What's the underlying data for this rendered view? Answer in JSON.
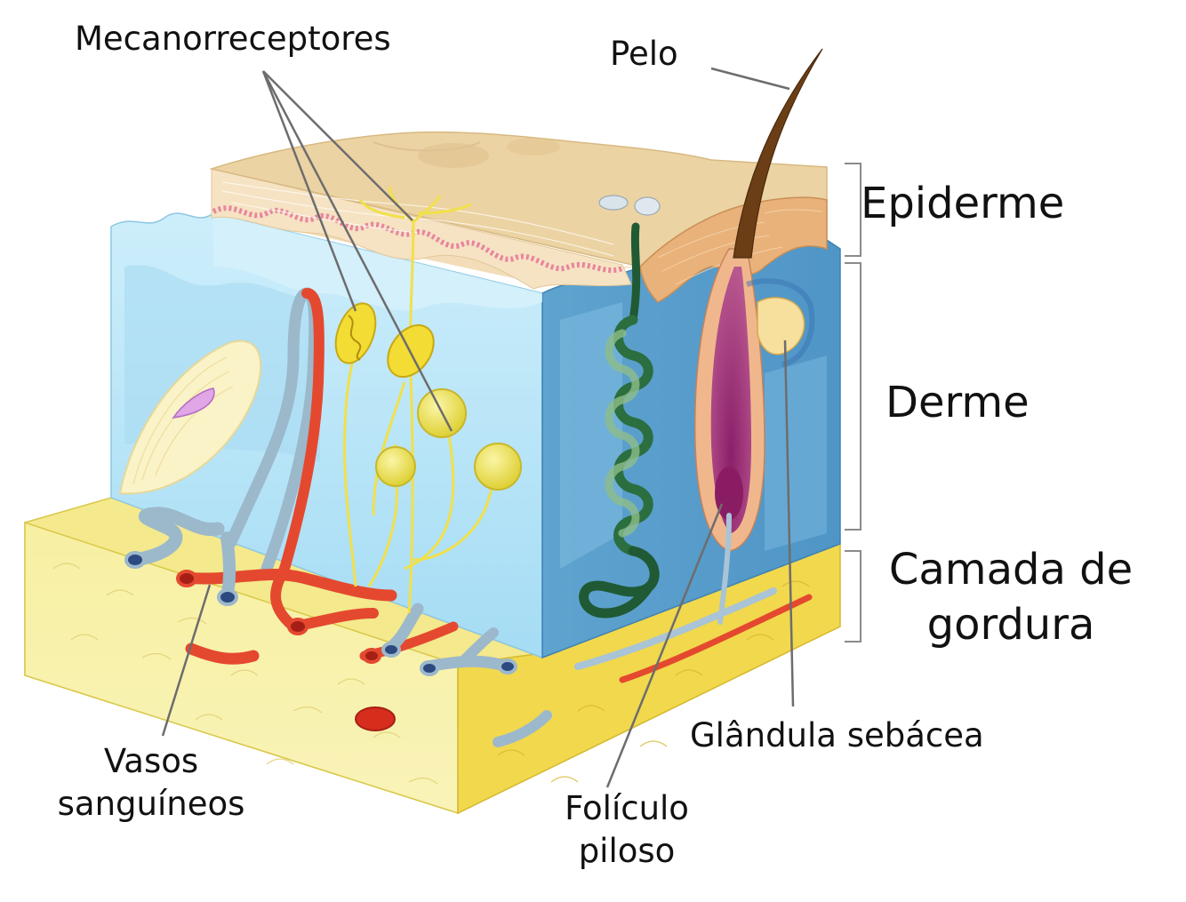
{
  "labels": {
    "mecanorreceptores": "Mecanorreceptores",
    "pelo": "Pelo",
    "epiderme": "Epiderme",
    "derme": "Derme",
    "camada_line1": "Camada de",
    "camada_line2": "gordura",
    "vasos_line1": "Vasos",
    "vasos_line2": "sanguíneos",
    "foliculo_line1": "Folículo",
    "foliculo_line2": "piloso",
    "glandula": "Glândula sebácea"
  },
  "colors": {
    "epidermis_top": "#ecd3a3",
    "epidermis_edge": "#f3c9b8",
    "basal_layer": "#e8859f",
    "dermis": "#b9e6f8",
    "dermis_side": "#6aaed6",
    "fat": "#f6ec8f",
    "fat_side": "#f1d94f",
    "artery": "#e4492f",
    "vein": "#a9c4d6",
    "nerve": "#f1e04a",
    "sweat_gland": "#1f5a34",
    "follicle": "#a33b7c",
    "hair": "#6b3e16",
    "leader_line": "#6d6d6d"
  }
}
